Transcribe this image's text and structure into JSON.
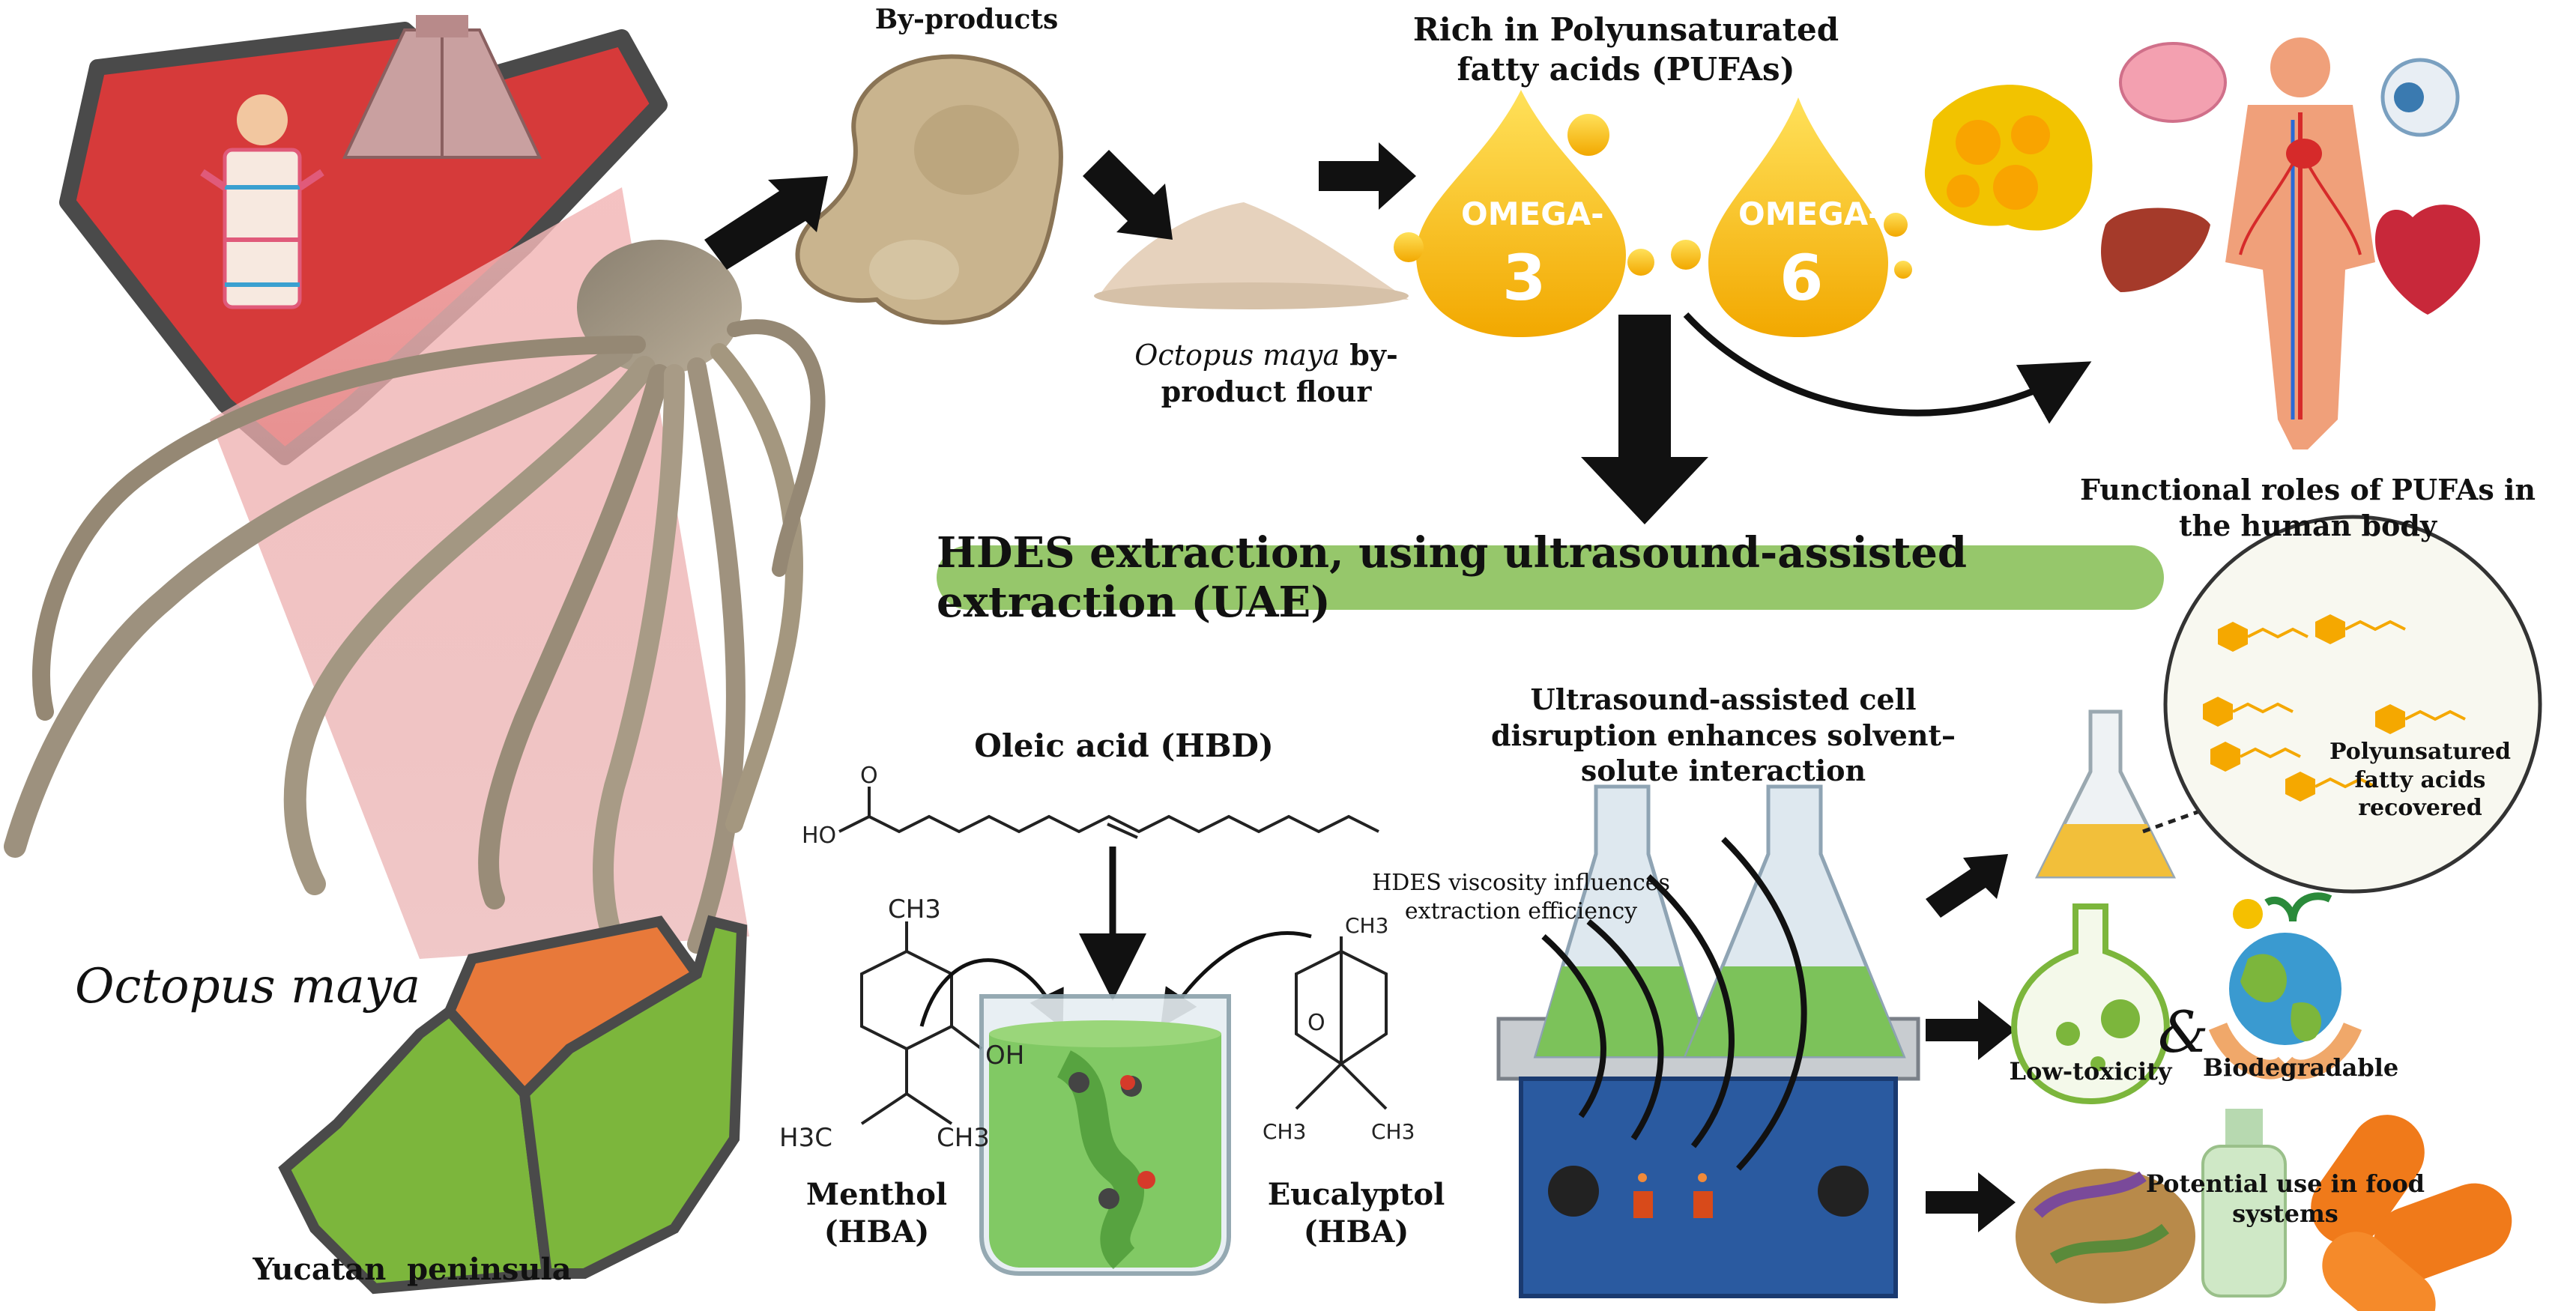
{
  "labels": {
    "byproducts": "By-products",
    "pufa_title": "Rich in Polyunsaturated fatty acids (PUFAs)",
    "flour_species": "Octopus maya",
    "flour_rest": " by-product flour",
    "functional_roles": "Functional roles of PUFAs in the human body",
    "banner": "HDES extraction, using ultrasound-assisted extraction (UAE)",
    "species": "Octopus maya",
    "yucatan": "Yucatan  peninsula",
    "oleic": "Oleic acid (HBD)",
    "ultrasound": "Ultrasound-assisted cell disruption enhances solvent–solute interaction",
    "viscosity": "HDES viscosity influences extraction efficiency",
    "menthol": "Menthol (HBA)",
    "eucalyptol": "Eucalyptol (HBA)",
    "pufa_recovered": "Polyunsatured fatty acids recovered",
    "low_toxicity": "Low-toxicity",
    "biodegradable": "Biodegradable",
    "food_use": "Potential use in food systems",
    "ampersand": "&"
  },
  "omega": {
    "word": "OMEGA-",
    "n3": "3",
    "n6": "6"
  },
  "chem": {
    "ho": "HO",
    "ch3": "CH3",
    "oh": "OH",
    "h3c": "H3C",
    "o": "O"
  },
  "colors": {
    "map_red": "#d63a3a",
    "map_orange": "#e8793a",
    "map_green": "#7cb63c",
    "banner_green": "#96c76b",
    "omega_gold": "#f2b705",
    "liquid_green": "#6fc24a",
    "arrow": "#111111"
  }
}
